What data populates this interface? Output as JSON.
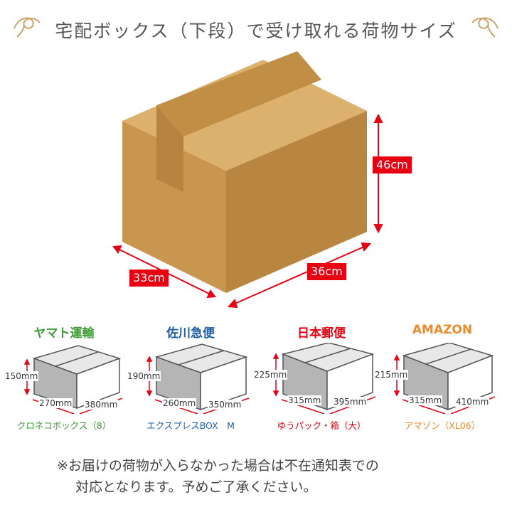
{
  "header": {
    "title": "宅配ボックス（下段）で受け取れる荷物サイズ"
  },
  "hero": {
    "height_label": "46cm",
    "depth_label": "33cm",
    "width_label": "36cm"
  },
  "carriers": [
    {
      "name": "ヤマト運輸",
      "name_color": "#3d9b35",
      "height": "150mm",
      "depth": "270mm",
      "width": "380mm",
      "product": "クロネコボックス（8）",
      "product_color": "#3d9b35"
    },
    {
      "name": "佐川急便",
      "name_color": "#1f5fa8",
      "height": "190mm",
      "depth": "260mm",
      "width": "350mm",
      "product": "エクスプレスBOX　M",
      "product_color": "#1f5fa8"
    },
    {
      "name": "日本郵便",
      "name_color": "#e60012",
      "height": "225mm",
      "depth": "315mm",
      "width": "395mm",
      "product": "ゆうパック・箱（大）",
      "product_color": "#e60012"
    },
    {
      "name": "AMAZON",
      "name_color": "#ef8a2a",
      "height": "215mm",
      "depth": "315mm",
      "width": "410mm",
      "product": "アマゾン（XL06）",
      "product_color": "#ef8a2a"
    }
  ],
  "note": {
    "line1": "※お届けの荷物が入らなかった場合は不在通知表での",
    "line2": "対応となります。予めご了承ください。"
  }
}
